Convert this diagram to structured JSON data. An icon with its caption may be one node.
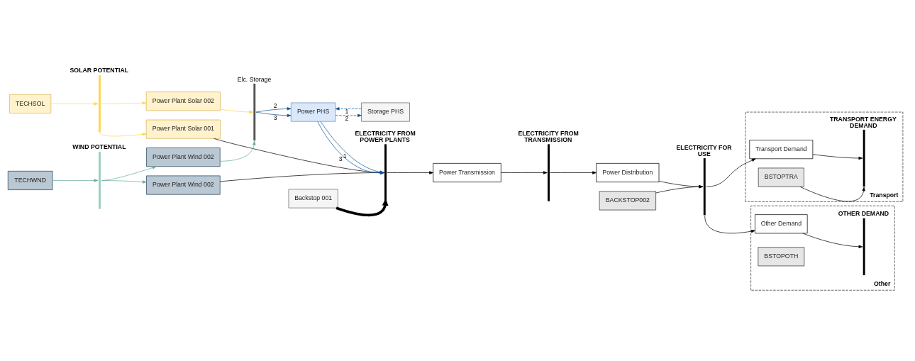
{
  "diagram": {
    "nodes": [
      {
        "text": [
          "SOLAR POTENTIAL"
        ]
      },
      {
        "text": [
          "WIND POTENTIAL"
        ]
      },
      {
        "text": [
          "TECHSOL"
        ]
      },
      {
        "text": [
          "TECHWND"
        ]
      },
      {
        "text": [
          "Power Plant Solar 001"
        ]
      },
      {
        "text": [
          "Power Plant Wind 002"
        ]
      },
      {
        "text": [
          "Power Plant Solar 002"
        ]
      },
      {
        "text": [
          "Power Plant Wind 002"
        ]
      },
      {
        "text": [
          "Elc. Storage"
        ]
      },
      {
        "text": [
          "Power PHS"
        ]
      },
      {
        "text": [
          "Storage PHS"
        ]
      },
      {
        "text": [
          "Backstop 001"
        ]
      },
      {
        "text": [
          "ELECTRICITY FROM POWER PLANTS"
        ]
      },
      {
        "text": [
          "Power Transmission"
        ]
      },
      {
        "text": [
          "ELECTRICITY FROM TRANSMISSION"
        ]
      },
      {
        "text": [
          "Power Distribution"
        ]
      },
      {
        "text": [
          "BACKSTOP002"
        ]
      },
      {
        "text": [
          "ELECTRICITY FOR USE"
        ]
      },
      {
        "text": [
          "Transport"
        ]
      },
      {
        "text": [
          "TRANSPORT ENERGY DEMAND"
        ],
        "in": 18
      },
      {
        "text": [
          "Transport Demand"
        ],
        "in": 18
      },
      {
        "text": [
          "BSTOPTRA"
        ],
        "in": 18
      },
      {
        "text": [
          "Other"
        ]
      },
      {
        "text": [
          "OTHER DEMAND"
        ],
        "in": 22
      },
      {
        "text": [
          "Other Demand"
        ],
        "in": 22
      },
      {
        "text": [
          "BSTOPOTH"
        ],
        "in": 22
      }
    ],
    "edges": [
      {
        "from": 2,
        "to": 0,
        "arrow": "to",
        "color": "#ffd54f"
      },
      {
        "from": 3,
        "to": 1,
        "arrow": "to",
        "color": "#67ab9f"
      },
      {
        "from": 0,
        "to": 4,
        "arrow": "to",
        "color": "#ffd54f"
      },
      {
        "from": 1,
        "to": 5,
        "arrow": "to",
        "color": "#67ab9f"
      },
      {
        "from": 0,
        "to": 6,
        "arrow": "to",
        "color": "#ffd54f"
      },
      {
        "from": 1,
        "to": 7,
        "arrow": "to",
        "color": "#67ab9f"
      },
      {
        "from": 4,
        "to": 12,
        "arrow": "to"
      },
      {
        "from": 5,
        "to": 12,
        "arrow": "to"
      },
      {
        "from": 11,
        "to": 12,
        "arrow": "to",
        "style": "thick"
      },
      {
        "from": 6,
        "to": 8,
        "arrow": "to",
        "color": "#ffd54f"
      },
      {
        "from": 7,
        "to": 8,
        "arrow": "to",
        "color": "#67ab9f"
      },
      {
        "from": 8,
        "to": 9,
        "arrow": "to",
        "label": "3",
        "color": "#10569b"
      },
      {
        "from": 8,
        "to": 9,
        "arrow": "to",
        "label": "2",
        "color": "#10569b"
      },
      {
        "from": 9,
        "to": 12,
        "arrow": "to",
        "label": "3",
        "color": "#10569b"
      },
      {
        "from": 9,
        "to": 12,
        "arrow": "to",
        "label": "1",
        "color": "#10569b"
      },
      {
        "from": 9,
        "to": 10,
        "arrow": "to",
        "label": "2",
        "style": "dashed",
        "color": "#10569b"
      },
      {
        "from": 10,
        "to": 9,
        "arrow": "to",
        "label": "1",
        "style": "dashed",
        "color": "#10569b"
      },
      {
        "from": 12,
        "to": 13,
        "arrow": "to"
      },
      {
        "from": 13,
        "to": 14,
        "arrow": "to"
      },
      {
        "from": 14,
        "to": 15,
        "arrow": "to"
      },
      {
        "from": 15,
        "to": 17,
        "arrow": "to"
      },
      {
        "from": 16,
        "to": 17,
        "arrow": "to"
      },
      {
        "from": 17,
        "to": 20,
        "arrow": "to"
      },
      {
        "from": 20,
        "to": 19,
        "arrow": "to"
      },
      {
        "from": 21,
        "to": 19,
        "arrow": "to"
      },
      {
        "from": 17,
        "to": 24,
        "arrow": "to"
      },
      {
        "from": 24,
        "to": 23,
        "arrow": "to"
      }
    ]
  }
}
